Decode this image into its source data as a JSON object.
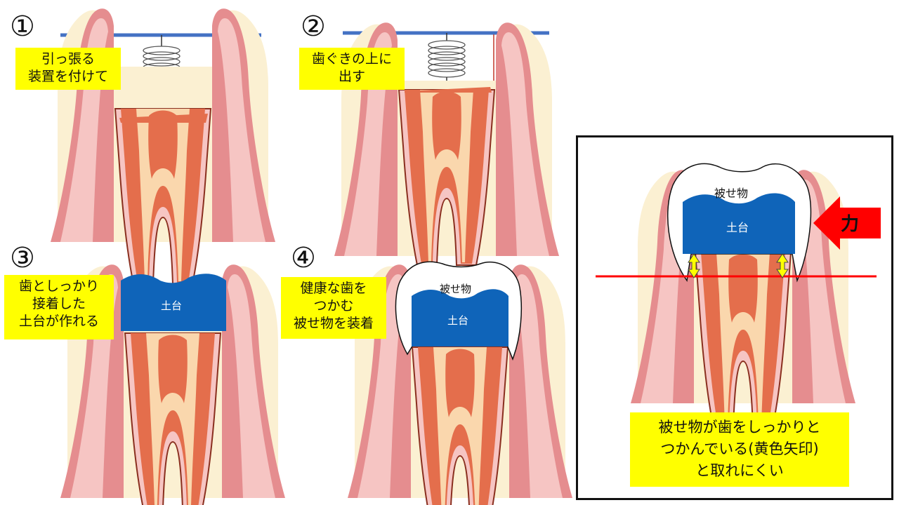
{
  "steps": [
    {
      "number": "①",
      "lines": [
        "引っ張る",
        "装置を付けて"
      ]
    },
    {
      "number": "②",
      "lines": [
        "歯ぐきの上に",
        "出す"
      ]
    },
    {
      "number": "③",
      "lines": [
        "歯としっかり",
        "接着した",
        "土台が作れる"
      ]
    },
    {
      "number": "④",
      "lines": [
        "健康な歯を",
        "つかむ",
        "被せ物を装着"
      ]
    }
  ],
  "labels": {
    "abutment": "土台",
    "crown": "被せ物",
    "force": "力"
  },
  "conclusion": [
    "被せ物が歯をしっかりと",
    "つかんでいる(黄色矢印)",
    "と取れにくい"
  ],
  "colors": {
    "gum": "#e58d8f",
    "gum_light": "#f6c5c3",
    "bone": "#fbf0d2",
    "dentin": "#e46e4c",
    "pulp": "#fad7ad",
    "abutment": "#0f64b9",
    "bar": "#4472c4",
    "red_line": "#ff0000",
    "highlight": "#ffff00",
    "arrow": "#ff0000"
  }
}
